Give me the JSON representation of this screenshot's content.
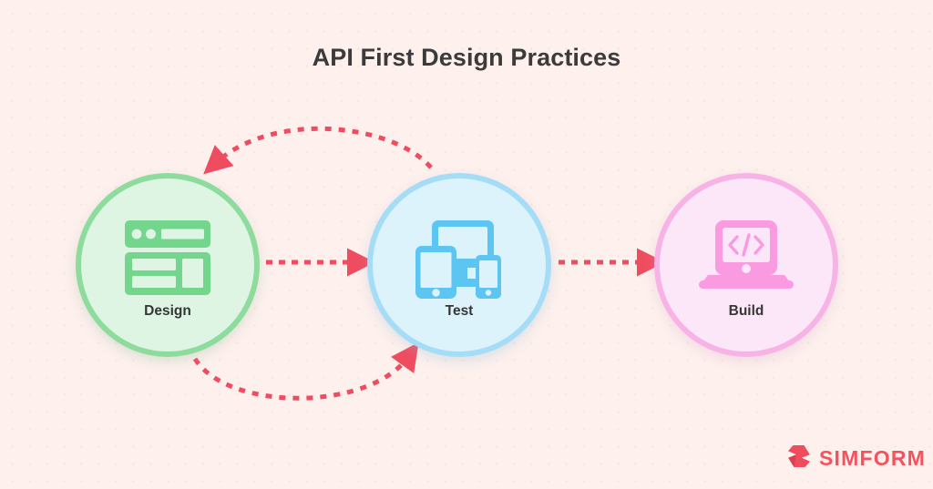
{
  "title": "API First Design Practices",
  "colors": {
    "background": "#fdf0ed",
    "arrow": "#ef4c5f",
    "title_text": "#3b3b3b",
    "design_fill": "#ddf5e2",
    "design_ring": "#8ddc9e",
    "design_icon": "#73d68c",
    "test_fill": "#ddf3fc",
    "test_ring": "#a5ddf6",
    "test_icon": "#5cc5f2",
    "build_fill": "#fbe7f8",
    "build_ring": "#f8b3e6",
    "build_icon": "#fa9ae0",
    "brand_red": "#f2535f"
  },
  "nodes": [
    {
      "id": "design",
      "label": "Design",
      "icon": "wireframe-browser-icon"
    },
    {
      "id": "test",
      "label": "Test",
      "icon": "responsive-devices-icon"
    },
    {
      "id": "build",
      "label": "Build",
      "icon": "laptop-code-icon"
    }
  ],
  "connectors": [
    {
      "id": "design-to-test",
      "style": "dashed-straight",
      "direction": "right",
      "from": "design",
      "to": "test"
    },
    {
      "id": "test-to-build",
      "style": "dashed-straight",
      "direction": "right",
      "from": "test",
      "to": "build"
    },
    {
      "id": "test-to-design-top",
      "style": "dashed-arc-top",
      "direction": "left",
      "from": "test",
      "to": "design"
    },
    {
      "id": "design-to-test-bottom",
      "style": "dashed-arc-bottom",
      "direction": "right",
      "from": "design",
      "to": "test"
    }
  ],
  "logo": {
    "wordmark": "SIMFORM",
    "mark": "simform-s-mark-icon"
  }
}
